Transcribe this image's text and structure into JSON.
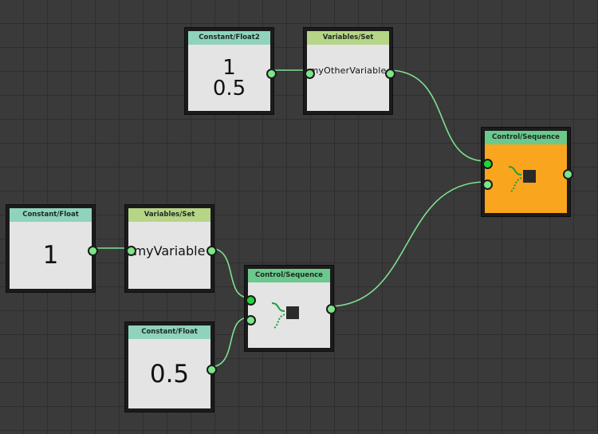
{
  "colors": {
    "canvas_bg": "#3a3a3a",
    "grid": "#2e2e2e",
    "wire": "#7ee08f",
    "port": "#7ce68a",
    "port_exec": "#22d33a",
    "node_body": "#e4e4e4",
    "node_selected": "#f9a51d",
    "header_constant": "#8fd3bd",
    "header_variables": "#b6d587",
    "header_control": "#6bc98c"
  },
  "nodes": {
    "const_float2": {
      "title": "Constant/Float2",
      "value_1": "1",
      "value_2": "0.5"
    },
    "set_other": {
      "title": "Variables/Set",
      "variable": "myOtherVariable"
    },
    "seq_top": {
      "title": "Control/Sequence",
      "selected": true,
      "icon": "sequence-icon"
    },
    "const_float_a": {
      "title": "Constant/Float",
      "value": "1"
    },
    "set_my": {
      "title": "Variables/Set",
      "variable": "myVariable"
    },
    "seq_mid": {
      "title": "Control/Sequence",
      "selected": false,
      "icon": "sequence-icon"
    },
    "const_float_b": {
      "title": "Constant/Float",
      "value": "0.5"
    }
  }
}
